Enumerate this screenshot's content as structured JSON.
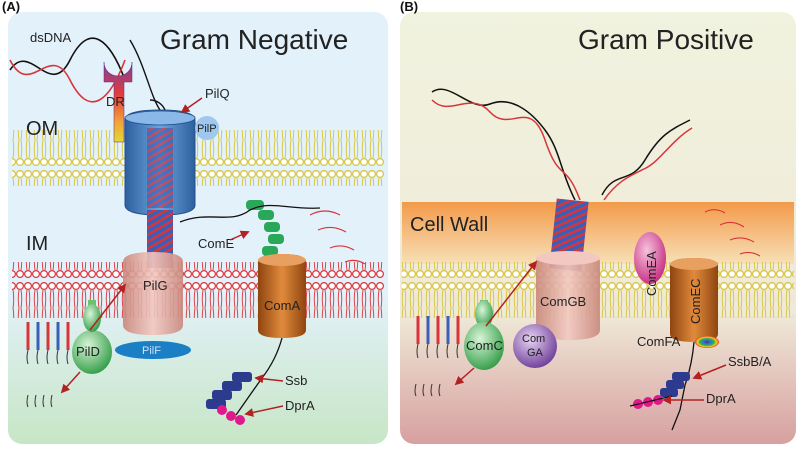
{
  "panel_a": {
    "letter": "(A)",
    "title": "Gram Negative",
    "labels": {
      "dsdna": "dsDNA",
      "dr": "DR",
      "pilq": "PilQ",
      "pilp": "PilP",
      "om": "OM",
      "im": "IM",
      "come": "ComE",
      "pilg": "PilG",
      "coma": "ComA",
      "pild": "PilD",
      "pilf": "PilF",
      "ssb": "Ssb",
      "dpra": "DprA"
    }
  },
  "panel_b": {
    "letter": "(B)",
    "title": "Gram Positive",
    "labels": {
      "cell_wall": "Cell Wall",
      "comgb": "ComGB",
      "comea": "ComEA",
      "comec": "ComEC",
      "comc": "ComC",
      "comga_1": "Com",
      "comga_2": "GA",
      "comfa": "ComFA",
      "ssbba": "SsbB/A",
      "dpra": "DprA"
    }
  },
  "colors": {
    "panel_a_bg_top": "#d9ecf7",
    "panel_a_bg_bottom": "#cfe8cf",
    "panel_b_bg_top": "#eef2dd",
    "panel_b_bg_bottom": "#d9a3a3",
    "membrane_red": "#d8353a",
    "membrane_yellow": "#e6d84a",
    "cell_wall": "#f0a15a",
    "pilq_blue": "#4a86c8",
    "pilg_pink": "#e9a9a0",
    "coma_orange": "#c96a1b",
    "come_green": "#2aa85a",
    "pilf_blue": "#1a7fc4",
    "ssb_navy": "#2d3b8f",
    "dpra_magenta": "#e0188c",
    "arrow": "#b22222"
  }
}
